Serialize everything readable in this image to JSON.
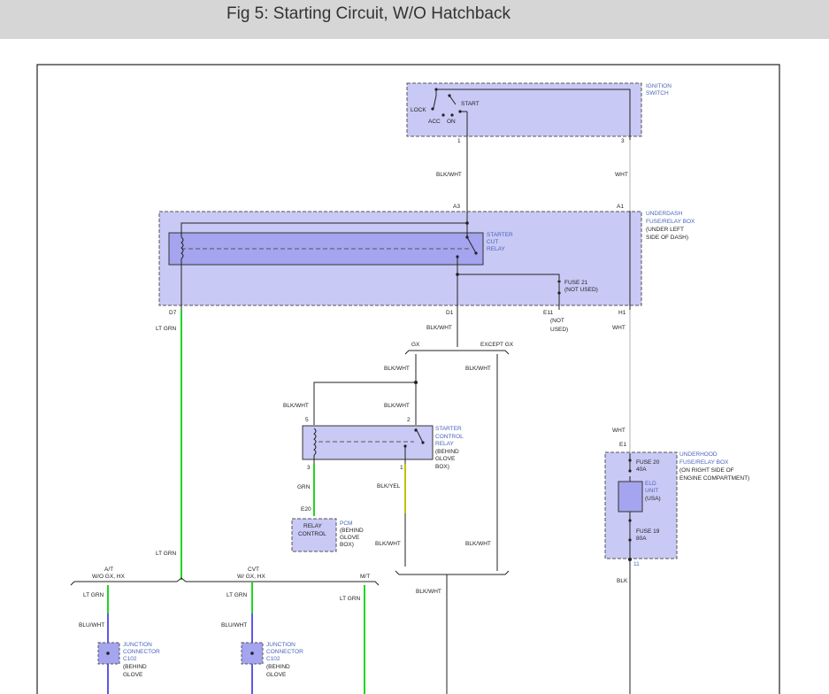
{
  "title": "Fig 5: Starting Circuit, W/O Hatchback",
  "colors": {
    "component_fill": "#c9c9f6",
    "relay_fill": "#a4a4ef",
    "green_wire": "#22d422",
    "blue_wire": "#5a5ae8",
    "yellow_wire": "#b8c400"
  },
  "components": {
    "ignition_switch": {
      "name": [
        "IGNITION",
        "SWITCH"
      ],
      "positions": {
        "lock": "LOCK",
        "acc": "ACC",
        "on": "ON",
        "start": "START"
      },
      "pin_1": "1",
      "pin_3": "3"
    },
    "underdash_box": {
      "name": [
        "UNDERDASH",
        "FUSE/RELAY BOX"
      ],
      "location": [
        "(UNDER LEFT",
        "SIDE OF DASH)"
      ],
      "pin_a3": "A3",
      "pin_a1": "A1",
      "pin_d7": "D7",
      "pin_d1": "D1",
      "pin_e11": "E11",
      "pin_h1": "H1",
      "e11_note": [
        "(NOT",
        "USED)"
      ]
    },
    "starter_cut_relay": {
      "name": [
        "STARTER",
        "CUT",
        "RELAY"
      ]
    },
    "fuse_21": {
      "label": "FUSE 21",
      "note": "(NOT USED)"
    },
    "starter_control_relay": {
      "name": [
        "STARTER",
        "CONTROL",
        "RELAY"
      ],
      "location": [
        "(BEHIND",
        "GLOVE",
        "BOX)"
      ],
      "pin_5": "5",
      "pin_2": "2",
      "pin_3": "3",
      "pin_1": "1"
    },
    "pcm": {
      "name": "PCM",
      "location": [
        "(BEHIND",
        "GLOVE",
        "BOX)"
      ],
      "pin": "E20",
      "box_text": [
        "RELAY",
        "CONTROL"
      ]
    },
    "underhood_box": {
      "name": [
        "UNDERHOOD",
        "FUSE/RELAY BOX"
      ],
      "location": [
        "(ON RIGHT SIDE OF",
        "ENGINE COMPARTMENT)"
      ],
      "pin_e1": "E1",
      "pin_11": "11",
      "fuse_20": [
        "FUSE 20",
        "40A"
      ],
      "fuse_19": [
        "FUSE 19",
        "80A"
      ],
      "eld_unit": [
        "ELD",
        "UNIT"
      ],
      "eld_note": "(USA)"
    },
    "junction_1": {
      "name": [
        "JUNCTION",
        "CONNECTOR",
        "C102"
      ],
      "location": [
        "(BEHIND",
        "GLOVE"
      ]
    },
    "junction_2": {
      "name": [
        "JUNCTION",
        "CONNECTOR",
        "C102"
      ],
      "location": [
        "(BEHIND",
        "GLOVE"
      ]
    }
  },
  "wires": {
    "blk_wht": "BLK/WHT",
    "wht": "WHT",
    "lt_grn": "LT GRN",
    "grn": "GRN",
    "blk_yel": "BLK/YEL",
    "blu_wht": "BLU/WHT",
    "blk": "BLK"
  },
  "branches": {
    "gx": "GX",
    "except_gx": "EXCEPT GX",
    "at": [
      "A/T",
      "W/O GX, HX"
    ],
    "cvt": [
      "CVT",
      "W/ GX, HX"
    ],
    "mt": "M/T"
  }
}
